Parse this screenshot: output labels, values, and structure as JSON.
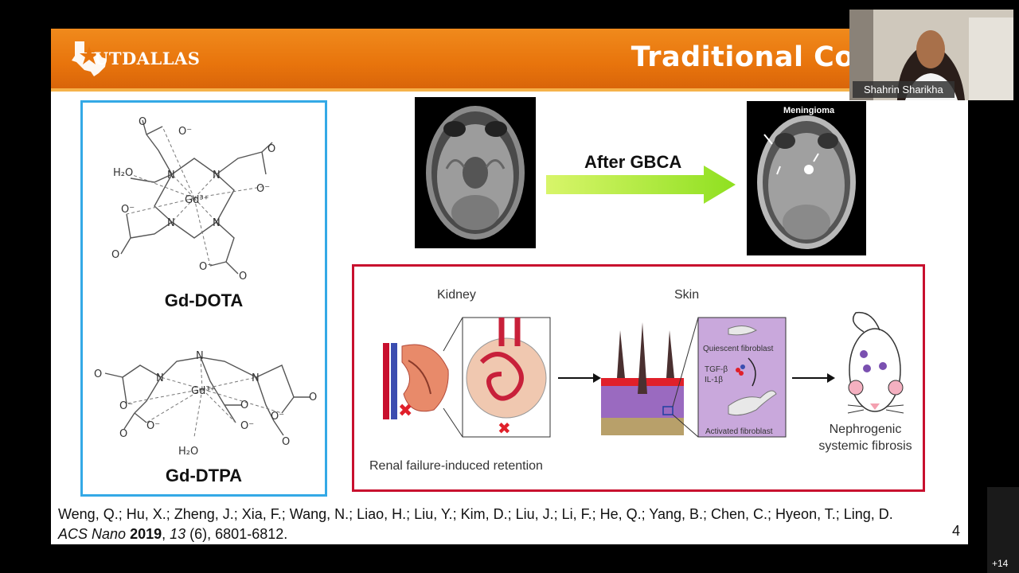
{
  "slide": {
    "logo": {
      "text": "UTDALLAS",
      "icon": "texas-star-icon"
    },
    "title": "Traditional Contrast",
    "chemistry": {
      "structure1": {
        "name": "Gd-DOTA"
      },
      "structure2": {
        "name": "Gd-DTPA"
      }
    },
    "mri": {
      "arrow_label": "After GBCA",
      "after_image_label": "Meningioma"
    },
    "nsf_figure": {
      "kidney_label": "Kidney",
      "skin_label": "Skin",
      "quiescent_label": "Quiescent fibroblast",
      "tgf_label": "TGF-β",
      "il_label": "IL-1β",
      "activated_label": "Activated fibroblast",
      "outcome_line1": "Nephrogenic",
      "outcome_line2": "systemic fibrosis",
      "retention_caption": "Renal failure-induced retention"
    },
    "citation": {
      "authors": "Weng, Q.; Hu, X.; Zheng, J.; Xia, F.; Wang, N.; Liao, H.; Liu, Y.; Kim, D.; Liu, J.; Li, F.; He, Q.; Yang, B.; Chen, C.; Hyeon, T.; Ling, D.",
      "journal": "ACS Nano",
      "year": "2019",
      "volume": "13",
      "issue": " (6), 6801-6812."
    },
    "page_number": "4"
  },
  "video": {
    "participant_name": "Shahrin Sharikha",
    "hidden_count": "+14"
  },
  "colors": {
    "banner": "#e8740c",
    "chem_border": "#34a9e6",
    "nsf_border": "#c8102e",
    "arrow": "#a8e83a"
  }
}
